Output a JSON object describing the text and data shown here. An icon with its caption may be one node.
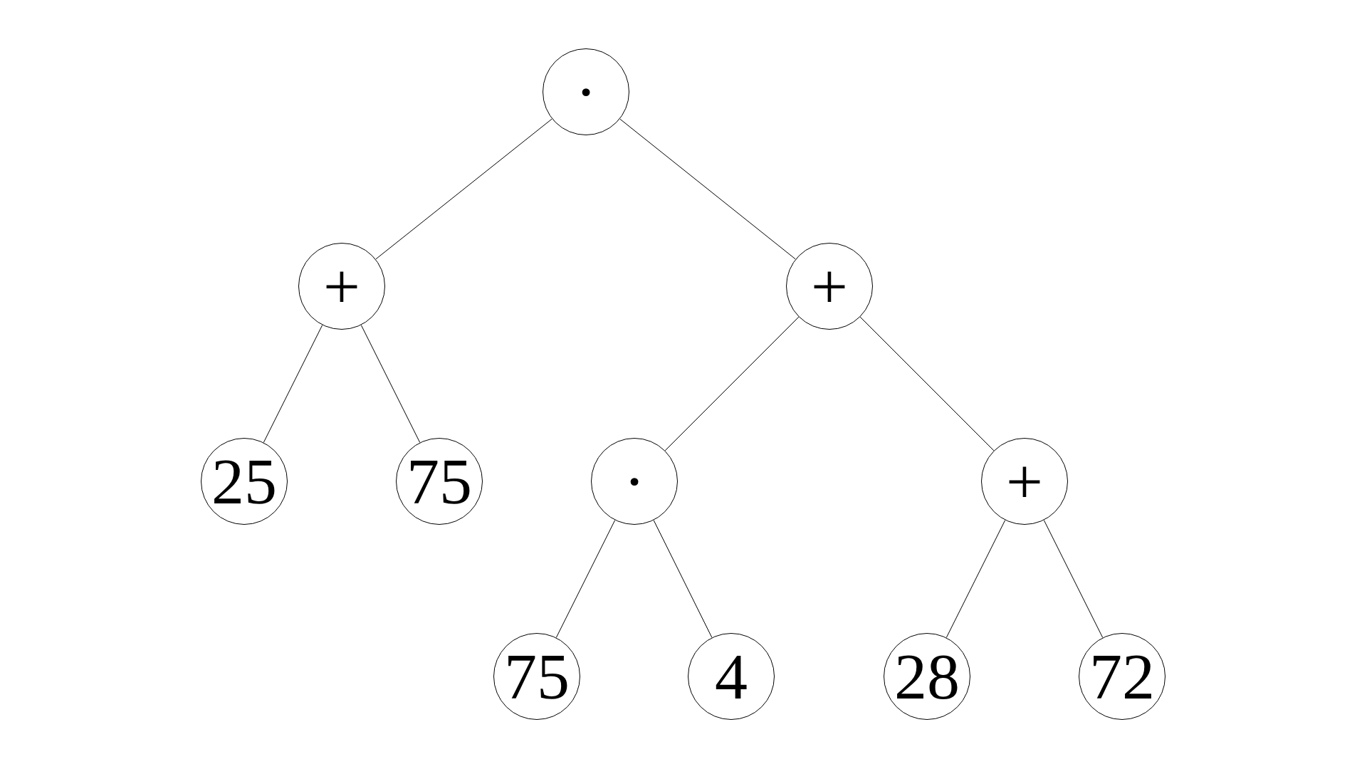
{
  "diagram": {
    "nodes": [
      {
        "text": [
          "·"
        ]
      },
      {
        "text": [
          "+"
        ]
      },
      {
        "text": [
          "+"
        ]
      },
      {
        "text": [
          "25"
        ]
      },
      {
        "text": [
          "75"
        ]
      },
      {
        "text": [
          "·"
        ]
      },
      {
        "text": [
          "+"
        ]
      },
      {
        "text": [
          "75"
        ]
      },
      {
        "text": [
          "4"
        ]
      },
      {
        "text": [
          "28"
        ]
      },
      {
        "text": [
          "72"
        ]
      }
    ],
    "edges": [
      {
        "from": 0,
        "to": 1,
        "arrow": "none"
      },
      {
        "from": 0,
        "to": 2,
        "arrow": "none"
      },
      {
        "from": 1,
        "to": 3,
        "arrow": "none"
      },
      {
        "from": 1,
        "to": 4,
        "arrow": "none"
      },
      {
        "from": 2,
        "to": 5,
        "arrow": "none"
      },
      {
        "from": 2,
        "to": 6,
        "arrow": "none"
      },
      {
        "from": 5,
        "to": 7,
        "arrow": "none"
      },
      {
        "from": 5,
        "to": 8,
        "arrow": "none"
      },
      {
        "from": 6,
        "to": 9,
        "arrow": "none"
      },
      {
        "from": 6,
        "to": 10,
        "arrow": "none"
      }
    ]
  }
}
